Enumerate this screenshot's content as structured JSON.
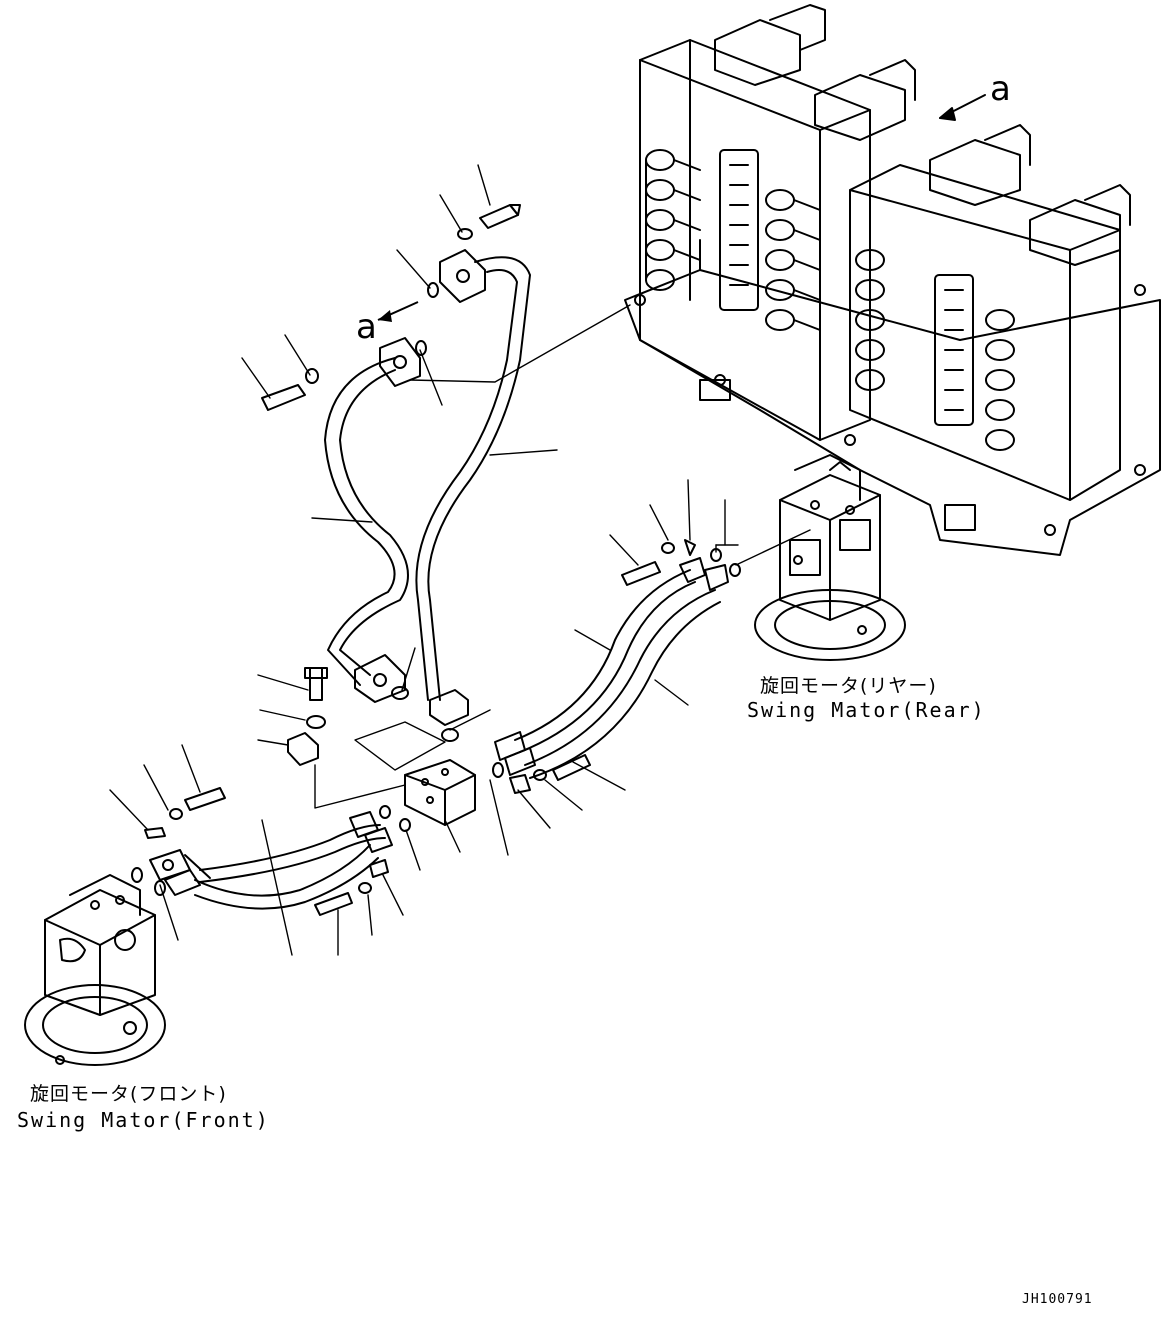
{
  "labels": {
    "swing_motor_rear_jp": "旋回モータ(リヤー)",
    "swing_motor_rear_en": "Swing Mator(Rear)",
    "swing_motor_front_jp": "旋回モータ(フロント)",
    "swing_motor_front_en": "Swing Mator(Front)",
    "callout_a_top": "a",
    "callout_a_mid": "a",
    "drawing_code": "JH100791"
  }
}
